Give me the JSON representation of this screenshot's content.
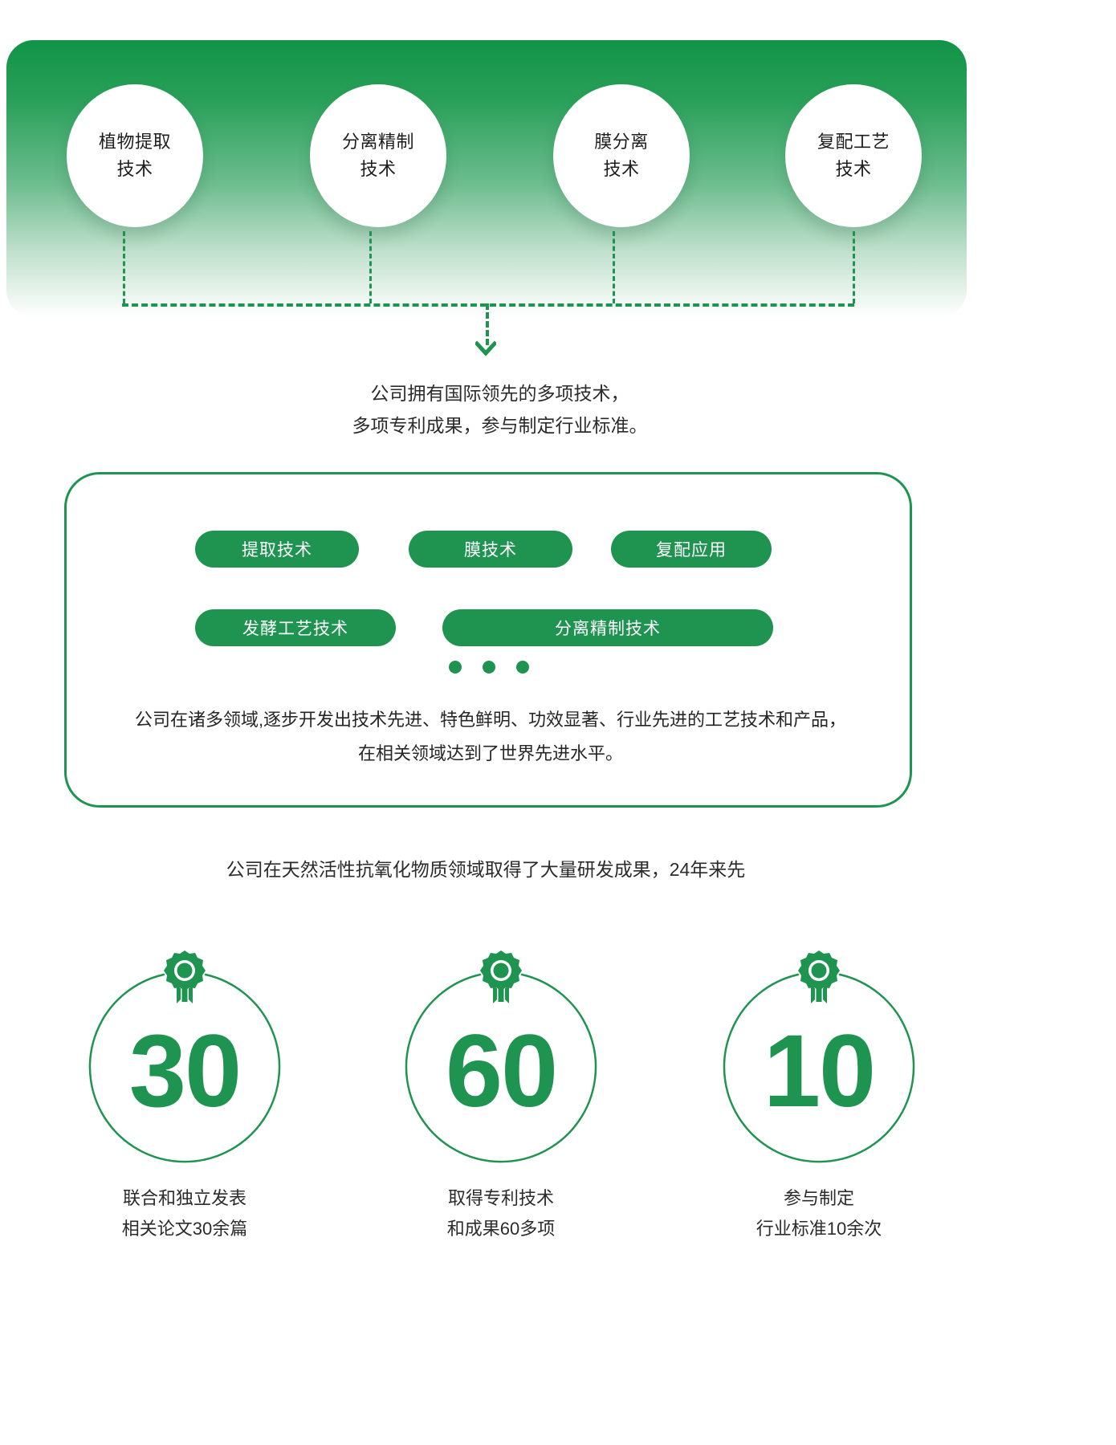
{
  "hero": {
    "bubbles": [
      {
        "line1": "植物提取",
        "line2": "技术"
      },
      {
        "line1": "分离精制",
        "line2": "技术"
      },
      {
        "line1": "膜分离",
        "line2": "技术"
      },
      {
        "line1": "复配工艺",
        "line2": "技术"
      }
    ],
    "caption_line1": "公司拥有国际领先的多项技术，",
    "caption_line2": "多项专利成果，参与制定行业标准。",
    "accent_color": "#1e9450",
    "gradient_top_color": "#119447"
  },
  "card": {
    "pills_row1": [
      "提取技术",
      "膜技术",
      "复配应用"
    ],
    "pills_row2": [
      "发酵工艺技术",
      "分离精制技术"
    ],
    "dots_count": 3,
    "text_line1": "公司在诸多领域,逐步开发出技术先进、特色鲜明、功效显著、行业先进的工艺技术和产品，",
    "text_line2": "在相关领域达到了世界先进水平。",
    "border_color": "#1e9450"
  },
  "mid_note": "公司在天然活性抗氧化物质领域取得了大量研发成果，24年来先",
  "stats": [
    {
      "number": "30",
      "label_line1": "联合和独立发表",
      "label_line2": "相关论文30余篇",
      "icon": "award-ribbon-icon"
    },
    {
      "number": "60",
      "label_line1": "取得专利技术",
      "label_line2": "和成果60多项",
      "icon": "award-ribbon-icon"
    },
    {
      "number": "10",
      "label_line1": "参与制定",
      "label_line2": "行业标准10余次",
      "icon": "award-ribbon-icon"
    }
  ]
}
